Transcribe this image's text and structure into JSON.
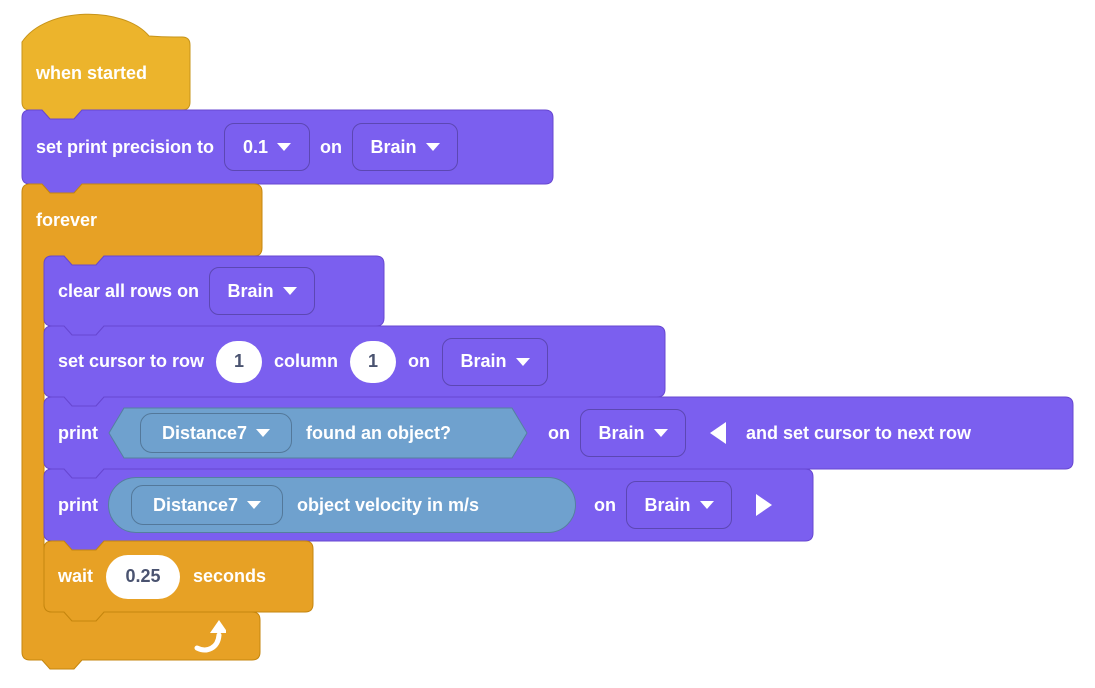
{
  "colors": {
    "event_fill": "#ECB42C",
    "event_stroke": "#C7941A",
    "control_fill": "#E7A125",
    "control_stroke": "#C5860E",
    "print_fill": "#7B5FEF",
    "print_stroke": "#6747D1",
    "sensing_fill": "#6FA1CE",
    "sensing_stroke": "#55809F",
    "input_text": "#4A5370"
  },
  "script": {
    "when_started": {
      "label": "when started"
    },
    "set_print_precision": {
      "label_set": "set print precision to",
      "precision": "0.1",
      "label_on": "on",
      "device": "Brain"
    },
    "forever": {
      "label": "forever"
    },
    "clear_all_rows": {
      "label_clear": "clear all rows on",
      "device": "Brain"
    },
    "set_cursor": {
      "label_set": "set cursor to row",
      "row": "1",
      "label_column": "column",
      "column": "1",
      "label_on": "on",
      "device": "Brain"
    },
    "print_boolean": {
      "label_print": "print",
      "sensor": "Distance7",
      "condition": "found an object?",
      "label_on": "on",
      "device": "Brain",
      "label_suffix": "and set cursor to next row"
    },
    "print_reporter": {
      "label_print": "print",
      "sensor": "Distance7",
      "reporter": "object velocity in m/s",
      "label_on": "on",
      "device": "Brain"
    },
    "wait": {
      "label_wait": "wait",
      "duration": "0.25",
      "label_seconds": "seconds"
    }
  }
}
